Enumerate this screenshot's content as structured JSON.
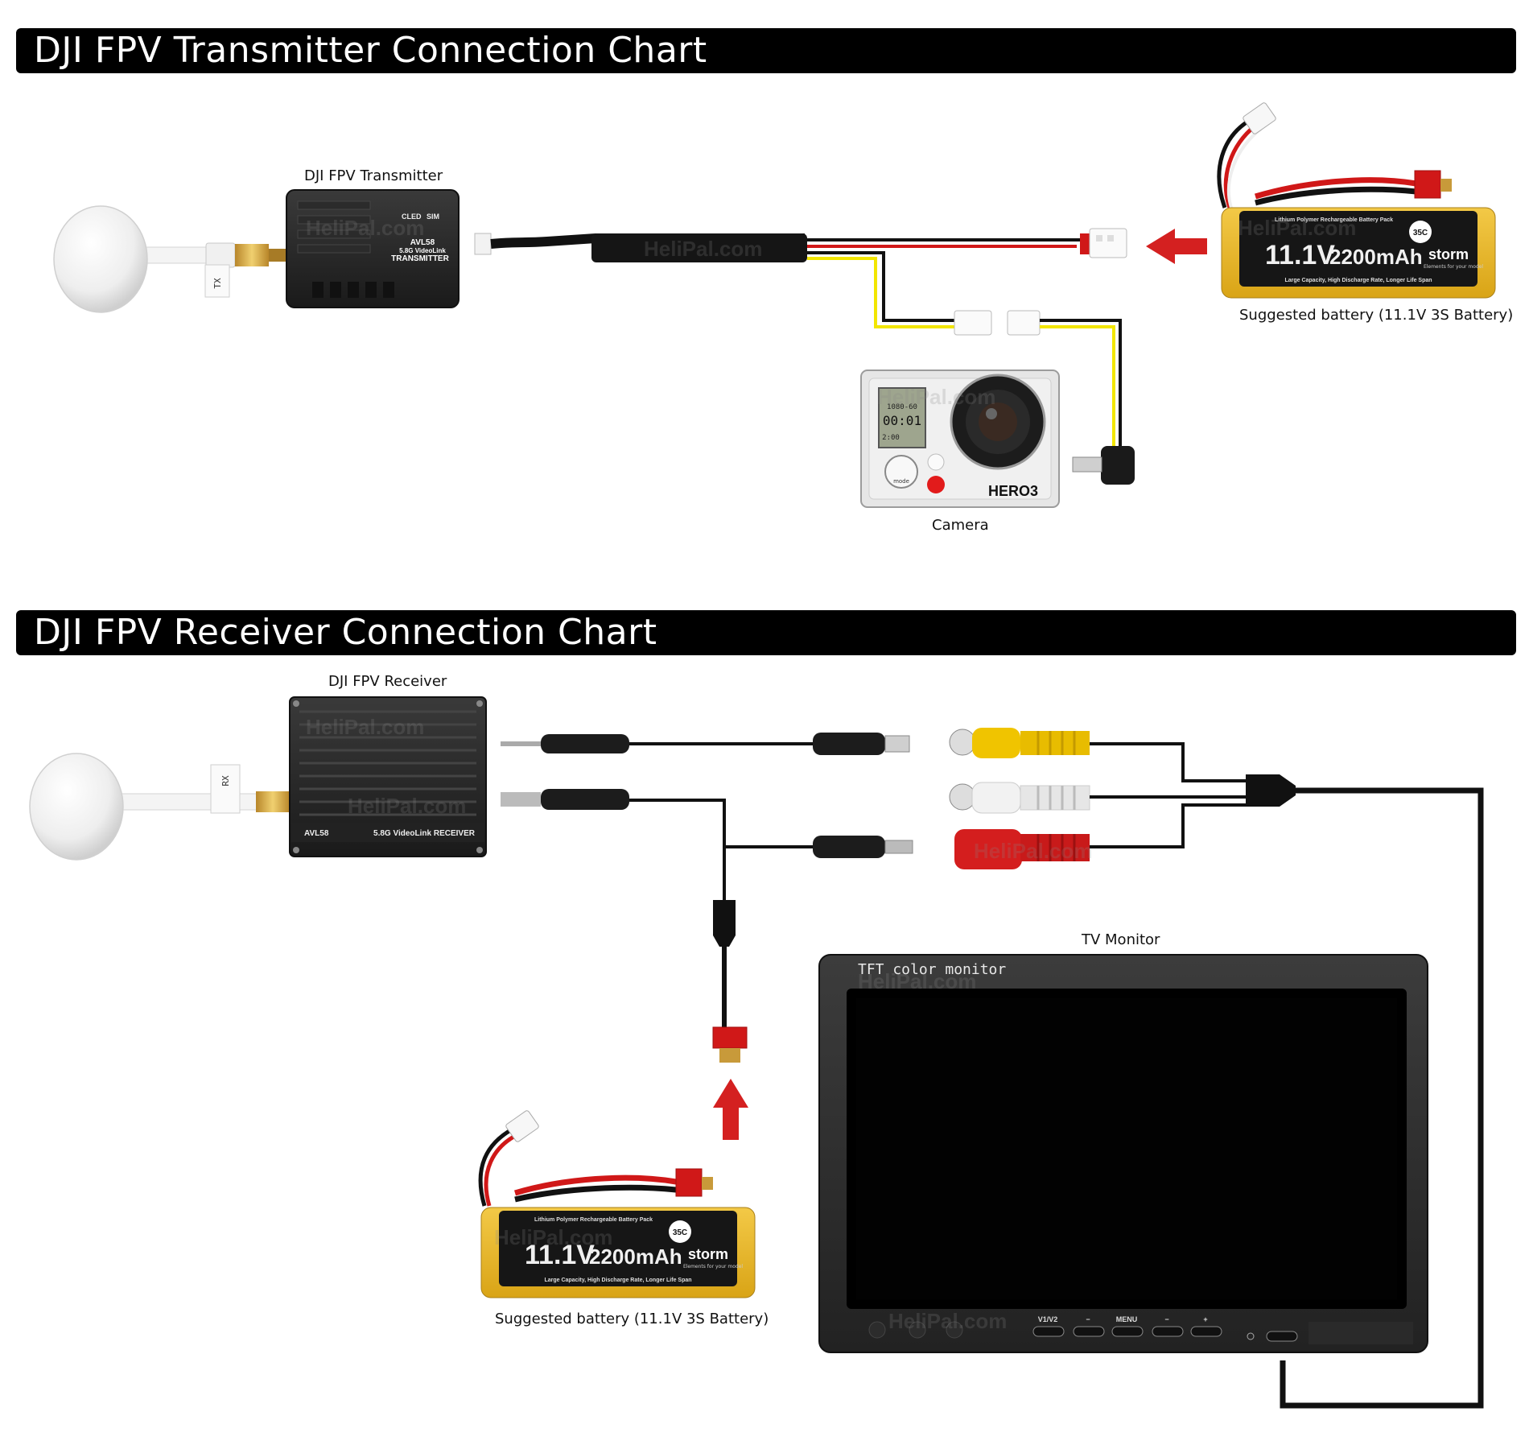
{
  "sections": {
    "transmitter": {
      "title": "DJI FPV Transmitter Connection Chart",
      "transmitter_label": "DJI FPV Transmitter",
      "battery_label": "Suggested battery (11.1V 3S Battery)",
      "camera_label": "Camera",
      "antenna_tag": "TX",
      "device_text": [
        "AVL58",
        "5.8G VideoLink",
        "TRANSMITTER"
      ],
      "device_badges": [
        "CLED",
        "SIM"
      ]
    },
    "receiver": {
      "title": "DJI FPV Receiver Connection Chart",
      "receiver_label": "DJI FPV Receiver",
      "monitor_label": "TV Monitor",
      "battery_label": "Suggested battery (11.1V 3S Battery)",
      "antenna_tag": "RX",
      "device_model": "AVL58",
      "device_text": "5.8G VideoLink RECEIVER",
      "monitor_brand": "TFT color monitor",
      "monitor_buttons": [
        "V1/V2",
        "−",
        "MENU",
        "−",
        "+"
      ]
    }
  },
  "battery": {
    "voltage": "11.1V",
    "capacity": "2200mAh",
    "rating": "35C",
    "brand": "storm",
    "top_text": "Lithium Polymer Rechargeable Battery Pack",
    "bottom_text": "Large Capacity, High Discharge Rate, Longer Life Span",
    "tagline": "Elements for your model"
  },
  "camera": {
    "model": "HERO3",
    "resolution": "1080-60",
    "time": "00:01",
    "remaining": "2:00",
    "mode_label": "mode"
  },
  "watermark": "HeliPal.com",
  "colors": {
    "banner": "#000000",
    "arrow": "#d42020",
    "battery_yellow": "#e9b92a",
    "wire_red": "#d01818",
    "wire_yellow": "#f2e600",
    "rca_yellow": "#f0c400",
    "rca_red": "#d41e1e",
    "rca_white": "#f2f2f2"
  }
}
